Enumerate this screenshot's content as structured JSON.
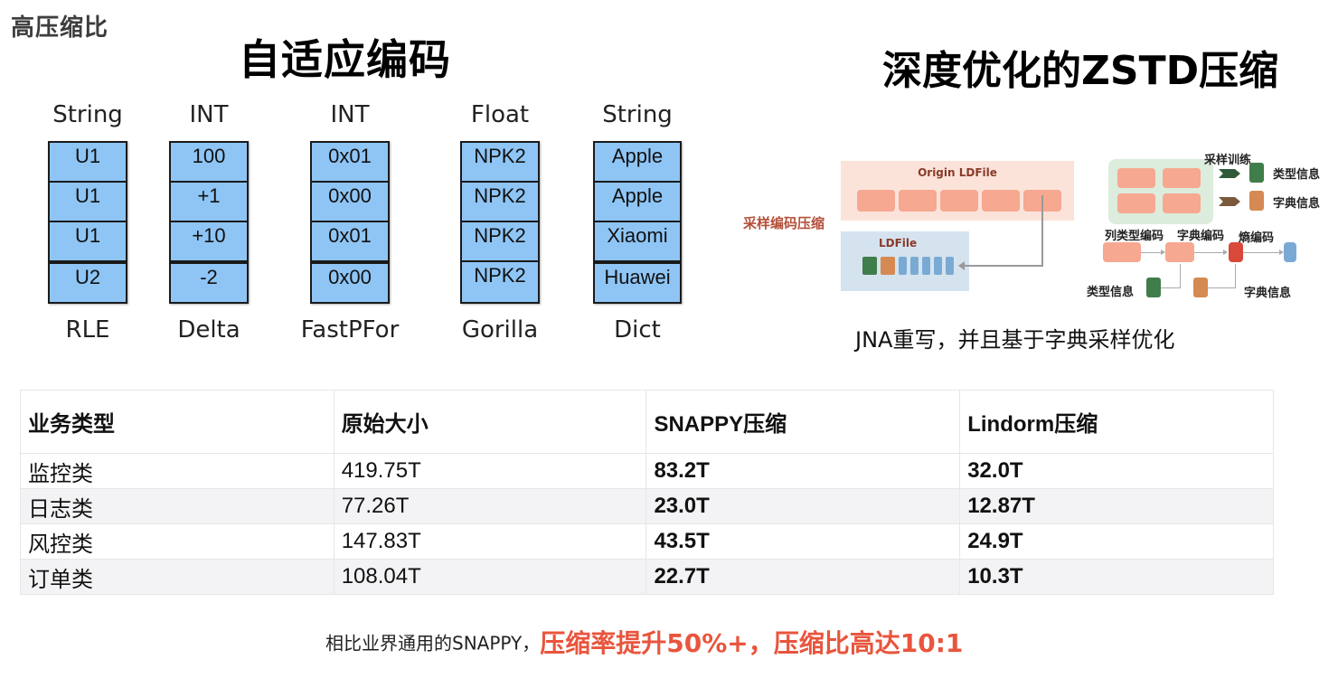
{
  "section_label": "高压缩比",
  "left": {
    "title": "自适应编码",
    "encodings": [
      {
        "type": "String",
        "values": [
          "U1",
          "U1",
          "U1",
          "U2"
        ],
        "name": "RLE"
      },
      {
        "type": "INT",
        "values": [
          "100",
          "+1",
          "+10",
          "-2"
        ],
        "name": "Delta"
      },
      {
        "type": "INT",
        "values": [
          "0x01",
          "0x00",
          "0x01",
          "0x00"
        ],
        "name": "FastPFor"
      },
      {
        "type": "Float",
        "values": [
          "NPK2",
          "NPK2",
          "NPK2",
          "NPK2"
        ],
        "name": "Gorilla"
      },
      {
        "type": "String",
        "values": [
          "Apple",
          "Apple",
          "Xiaomi",
          "Huawei"
        ],
        "name": "Dict"
      }
    ]
  },
  "right": {
    "title": "深度优化的ZSTD压缩",
    "diagram": {
      "side_label": "采样编码压缩",
      "origin_title": "Origin LDFile",
      "ldfile_title": "LDFile",
      "sample_training": "采样训练",
      "type_info": "类型信息",
      "dict_info": "字典信息",
      "column_type_encoding": "列类型编码",
      "dict_encoding": "字典编码",
      "entropy_encoding": "熵编码",
      "type_info_bottom": "类型信息",
      "dict_info_bottom": "字典信息"
    },
    "caption": "JNA重写，并且基于字典采样优化"
  },
  "table": {
    "headers": [
      "业务类型",
      "原始大小",
      "SNAPPY压缩",
      "Lindorm压缩"
    ],
    "rows": [
      [
        "监控类",
        "419.75T",
        "83.2T",
        "32.0T"
      ],
      [
        "日志类",
        "77.26T",
        "23.0T",
        "12.87T"
      ],
      [
        "风控类",
        "147.83T",
        "43.5T",
        "24.9T"
      ],
      [
        "订单类",
        "108.04T",
        "22.7T",
        "10.3T"
      ]
    ]
  },
  "footer": {
    "normal": "相比业界通用的SNAPPY，",
    "highlight": "压缩率提升50%+，压缩比高达10:1"
  },
  "colors": {
    "cell_fill": "#8ec5f5",
    "highlight": "#e8553d",
    "diagram_label": "#b4503a"
  }
}
